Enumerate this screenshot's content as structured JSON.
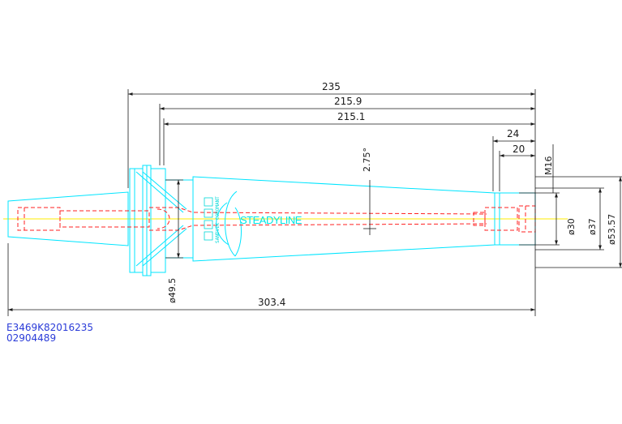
{
  "colors": {
    "outline": "#00e5ff",
    "hidden": "#ff2020",
    "centerline": "#ffee00",
    "dimension": "#1a1a1a",
    "code_text": "#2a3bd8"
  },
  "dimensions": {
    "overall_to_flange": "235",
    "length_1": "215.9",
    "length_2": "215.1",
    "bore_depth": "24",
    "thread_depth": "20",
    "thread": "M16",
    "angle": "2.75°",
    "dia_flange": "ø49.5",
    "dia_bore": "ø30",
    "dia_mid": "ø37",
    "dia_outer": "ø53.57",
    "total_length": "303.4"
  },
  "brand": {
    "name": "STEADYLINE",
    "vertical_mark": "SANDVIK COROMANT"
  },
  "part_codes": {
    "article": "E3469K82016235",
    "number": "02904489"
  }
}
